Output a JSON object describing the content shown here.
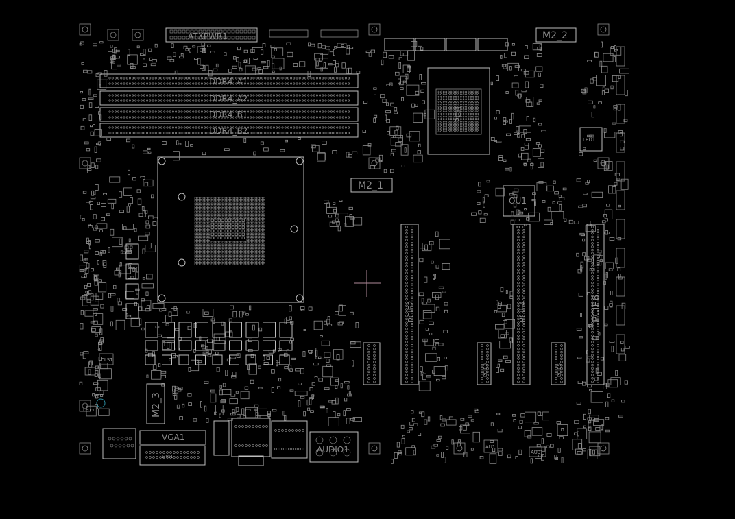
{
  "board": {
    "labels": {
      "dimm_a1": "DDR4_A1",
      "dimm_a2": "DDR4_A2",
      "dimm_b1": "DDR4_B1",
      "dimm_b2": "DDR4_B2",
      "pch": "PCH",
      "m2_1": "M2_1",
      "m2_2": "M2_2",
      "m2_3": "M2_3",
      "ou1": "OU1",
      "pcie6": "PCIE6",
      "pcie2": "PCIE2",
      "pcie4": "PCIE4",
      "pcie3": "PCIE3",
      "pcie5": "PCIE5",
      "vga": "VGA1",
      "dvi": "DVI1",
      "audio": "AUDIO1",
      "atx": "ATXPWR1",
      "led1": "LED1",
      "cls1": "CLS1",
      "au1": "AU1",
      "au3": "AU3"
    },
    "colors": {
      "background": "#000000",
      "outline": "#bdbdbd",
      "label": "#8a8a8a",
      "cursor": "#b08a9a",
      "marker": "#2a8ca0"
    }
  }
}
